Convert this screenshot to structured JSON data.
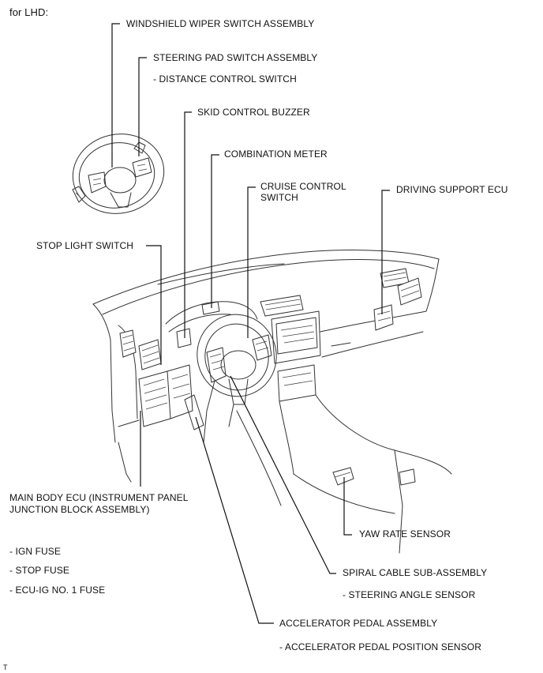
{
  "header": {
    "title": "for LHD:"
  },
  "labels": {
    "wiper": "WINDSHIELD WIPER SWITCH ASSEMBLY",
    "steering_pad": "STEERING PAD SWITCH ASSEMBLY",
    "distance": "- DISTANCE CONTROL SWITCH",
    "skid": "SKID CONTROL BUZZER",
    "meter": "COMBINATION METER",
    "cruise_1": "CRUISE CONTROL",
    "cruise_2": "SWITCH",
    "driving_ecu": "DRIVING SUPPORT ECU",
    "stop_light": "STOP LIGHT SWITCH",
    "main_body_1": "MAIN BODY ECU (INSTRUMENT PANEL",
    "main_body_2": "JUNCTION BLOCK ASSEMBLY)",
    "ign": "- IGN FUSE",
    "stop_fuse": "- STOP FUSE",
    "ecu_ig": "- ECU-IG NO. 1 FUSE",
    "yaw": "YAW RATE SENSOR",
    "spiral": "SPIRAL CABLE SUB-ASSEMBLY",
    "steer_angle": "- STEERING ANGLE SENSOR",
    "accel": "ACCELERATOR PEDAL ASSEMBLY",
    "accel_pos": "- ACCELERATOR PEDAL POSITION SENSOR"
  },
  "footer": {
    "mark": "T"
  }
}
